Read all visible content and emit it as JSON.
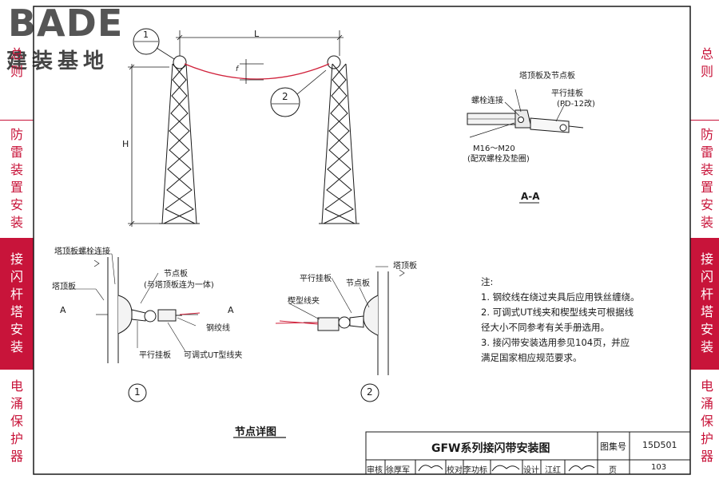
{
  "logo": {
    "brand": "BADE",
    "subtitle": "建装基地"
  },
  "left_tabs": [
    {
      "label": "总则",
      "active": false
    },
    {
      "label": "防雷装置安装",
      "active": false
    },
    {
      "label": "接闪杆塔安装",
      "active": true
    },
    {
      "label": "电涌保护器",
      "active": false
    }
  ],
  "right_tabs": [
    {
      "label": "总则",
      "active": false
    },
    {
      "label": "防雷装置安装",
      "active": false
    },
    {
      "label": "接闪杆塔安装",
      "active": true
    },
    {
      "label": "电涌保护器",
      "active": false
    }
  ],
  "colors": {
    "accent": "#c8143a",
    "line": "#1a1a1a",
    "wire": "#d0203a"
  },
  "overview": {
    "dim_span": "L",
    "dim_height": "H",
    "dim_sag": "f",
    "callout_1": "1",
    "callout_2": "2"
  },
  "section_aa": {
    "title": "A-A",
    "label_top_plate": "塔顶板及节点板",
    "label_bolt": "螺栓连接",
    "label_plate": "平行挂板",
    "label_plate_code": "(PD-12改)",
    "label_bolt_size": "M16～M20",
    "label_bolt_note": "(配双螺栓及垫圈)"
  },
  "detail_1": {
    "label_bolt_conn": "塔顶板螺栓连接",
    "label_top_plate": "塔顶板",
    "label_node_plate": "节点板",
    "label_node_note": "(与塔顶板连为一体)",
    "label_section_a_left": "A",
    "label_section_a_right": "A",
    "label_strand": "钢绞线",
    "label_parallel": "平行挂板",
    "label_ut_clamp": "可调式UT型线夹",
    "number": "1"
  },
  "detail_2": {
    "label_parallel": "平行挂板",
    "label_node_plate": "节点板",
    "label_top_plate": "塔顶板",
    "label_wedge": "楔型线夹",
    "number": "2"
  },
  "detail_caption": "节点详图",
  "notes": {
    "heading": "注:",
    "items": [
      "1. 钢绞线在绕过夹具后应用铁丝缠绕。",
      "2. 可调式UT线夹和楔型线夹可根据线",
      "    径大小不同参考有关手册选用。",
      "3. 接闪带安装选用参见104页，并应",
      "    满足国家相应规范要求。"
    ]
  },
  "title_block": {
    "title": "GFW系列接闪带安装图",
    "atlas_label": "图集号",
    "atlas_no": "15D501",
    "review_label": "审核",
    "review_name": "徐厚军",
    "check_label": "校对",
    "check_name": "李功标",
    "design_label": "设计",
    "design_name": "江红",
    "page_label": "页",
    "page_no": "103"
  }
}
